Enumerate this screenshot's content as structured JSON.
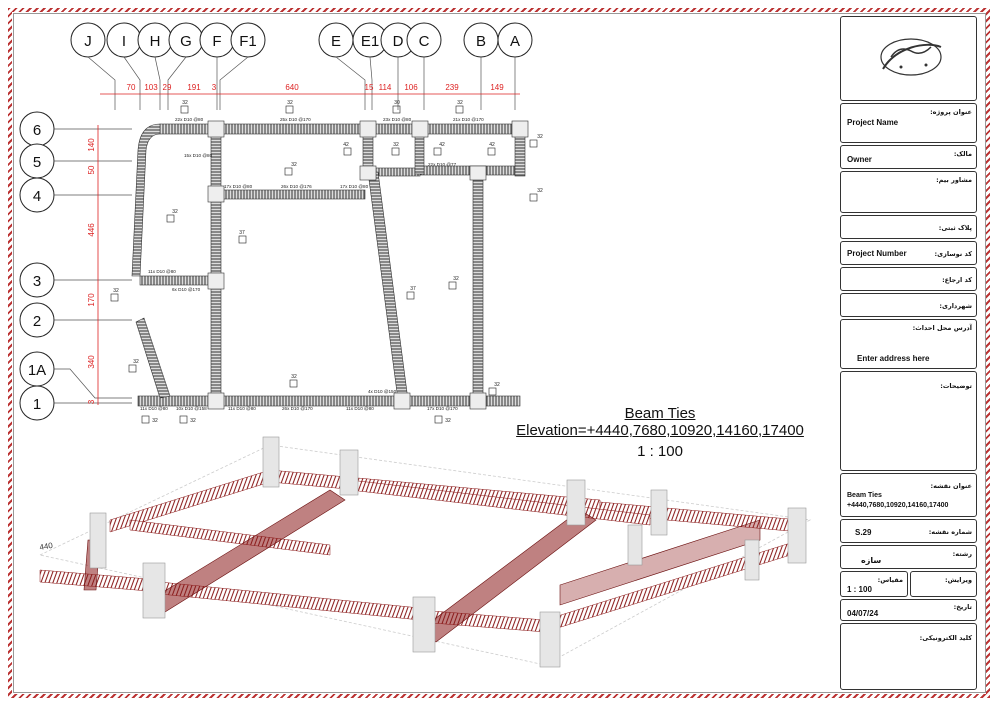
{
  "grid": {
    "columns": [
      "J",
      "I",
      "H",
      "G",
      "F",
      "F1",
      "E",
      "E1",
      "D",
      "C",
      "B",
      "A"
    ],
    "rows": [
      "6",
      "5",
      "4",
      "3",
      "2",
      "1A",
      "1"
    ],
    "top_dimensions": [
      "70",
      "103",
      "29",
      "191",
      "3",
      "640",
      "15",
      "114",
      "106",
      "239",
      "149"
    ],
    "left_dimensions": [
      "140",
      "50",
      "446",
      "170",
      "340",
      "3"
    ]
  },
  "plan_labels": {
    "beam_1": "22x D10 @80",
    "beam_2": "25x D10 @170",
    "beam_3": "23x D10 @80",
    "beam_4": "21x D10 @170",
    "beam_5": "15x D10 @80",
    "beam_6": "22x D10 @77",
    "beam_7": "17x D10 @80",
    "beam_8": "26x D10 @176",
    "beam_9": "17x D10 @80",
    "beam_10": "11x D10 @80",
    "beam_11": "6x D10 @170",
    "beam_12": "4x D10 @150",
    "beam_13": "11x D10 @80",
    "beam_14": "10x D10 @158",
    "beam_15": "11x D10 @80",
    "beam_16": "26x D10 @170",
    "beam_17": "11x D10 @80",
    "beam_18": "17x D10 @170",
    "section_32": "32",
    "section_42": "42",
    "section_37": "37",
    "section_30": "30"
  },
  "caption": {
    "line1": "Beam Ties",
    "line2": "Elevation=+4440,7680,10920,14160,17400",
    "scale": "1 : 100"
  },
  "iso_label": "440",
  "title_block": {
    "project_name_label": "عنوان پروژه:",
    "project_name": "Project Name",
    "owner_label": "مالک:",
    "owner": "Owner",
    "consultant_label": "مشاور بیم:",
    "plate_label": "پلاک ثبتی:",
    "project_number_label": "کد نوسازی:",
    "project_number": "Project Number",
    "ref_code_label": "کد ارجاع:",
    "municipality_label": "شهرداری:",
    "address_label": "آدرس محل احداث:",
    "address": "Enter address here",
    "notes_label": "توضیحات:",
    "sheet_title_label": "عنوان نقشه:",
    "sheet_title": "Beam Ties\n+4440,7680,10920,14160,17400",
    "sheet_title_l1": "Beam Ties",
    "sheet_title_l2": "+4440,7680,10920,14160,17400",
    "sheet_number_label": "شماره نقشه:",
    "sheet_number": "S.29",
    "discipline_label": "رشته:",
    "discipline": "سازه",
    "revision_label": "ویرایش:",
    "scale_label": "مقیاس:",
    "scale": "1 : 100",
    "date_label": "تاریخ:",
    "date": "04/07/24",
    "stamp_label": "کلید الکترونیکی:"
  },
  "colors": {
    "rebar_red": "#8b1a1a",
    "dim_red": "#d22",
    "border_red": "#b33"
  }
}
